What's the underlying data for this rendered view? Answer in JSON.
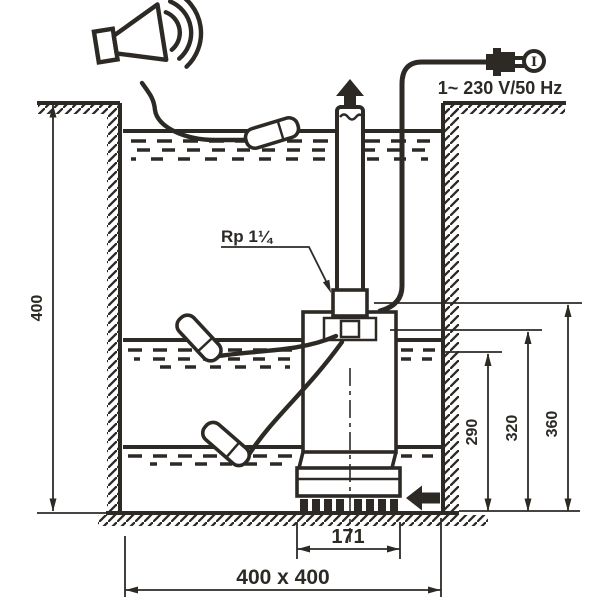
{
  "labels": {
    "supply": "1~ 230 V/50 Hz",
    "connection": "Rp 1¼",
    "phase_badge": "I"
  },
  "dimensions": {
    "pit_depth": "400",
    "level_off": "290",
    "level_mid": "320",
    "level_on": "360",
    "pump_base_width": "171",
    "pit_footprint": "400 x 400"
  },
  "colors": {
    "ink": "#2d2a26",
    "background": "#ffffff"
  }
}
